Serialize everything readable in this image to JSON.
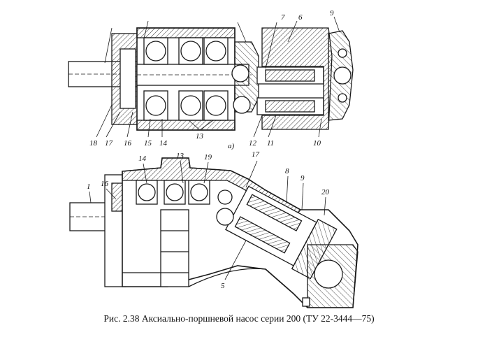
{
  "caption": "Рис. 2.38 Аксиально-поршневой насос серии 200 (ТУ 22-3444—75)",
  "view_a": {
    "labels_top": [
      "7",
      "6",
      "9"
    ],
    "labels_bottom": [
      "18",
      "17",
      "16",
      "15",
      "14",
      "13",
      "12",
      "11",
      "10"
    ],
    "sublabel": "а)"
  },
  "view_b": {
    "labels": [
      "14",
      "13",
      "19",
      "17",
      "8",
      "9",
      "20",
      "1",
      "16",
      "5"
    ]
  },
  "colors": {
    "ink": "#1a1a1a",
    "paper": "#ffffff",
    "hatch": "#444444"
  }
}
